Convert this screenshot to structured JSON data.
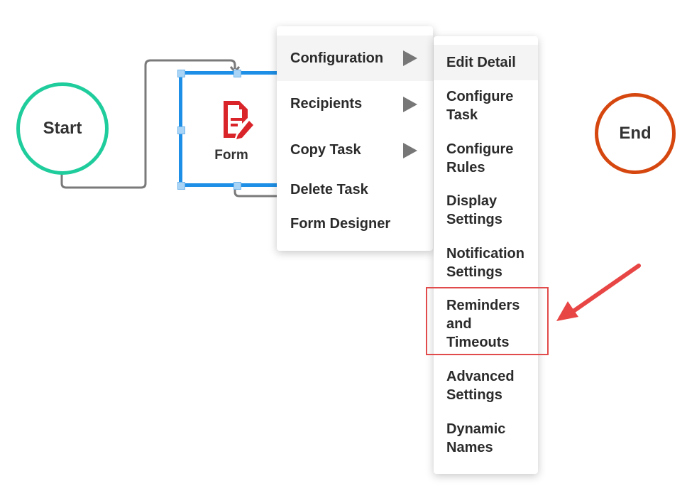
{
  "canvas": {
    "start_label": "Start",
    "end_label": "End",
    "task_label": "Form",
    "colors": {
      "start": "#1fcc9c",
      "end": "#d5470f",
      "selection": "#1e8fe6",
      "connector": "#7a7a7a",
      "form_icon": "#d9252a",
      "highlight": "#e14b4b"
    }
  },
  "context_menu": {
    "items": [
      {
        "label": "Configuration",
        "submenu": true
      },
      {
        "label": "Recipients",
        "submenu": true
      },
      {
        "label": "Copy Task",
        "submenu": true
      },
      {
        "label": "Delete Task",
        "submenu": false
      },
      {
        "label": "Form Designer",
        "submenu": false
      }
    ]
  },
  "submenu": {
    "items": [
      {
        "label": "Edit Detail"
      },
      {
        "label": "Configure Task"
      },
      {
        "label": "Configure Rules"
      },
      {
        "label": "Display Settings"
      },
      {
        "label": "Notification Settings"
      },
      {
        "label": "Reminders and Timeouts"
      },
      {
        "label": "Advanced Settings"
      },
      {
        "label": "Dynamic Names"
      }
    ]
  }
}
